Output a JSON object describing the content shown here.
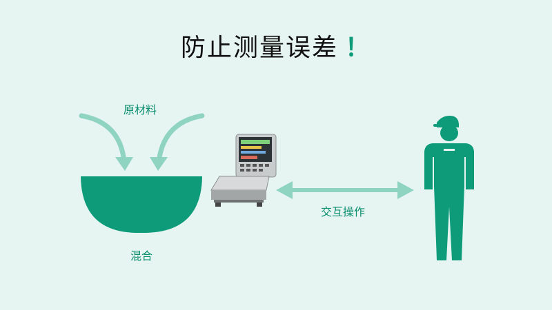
{
  "title": {
    "text": "防止测量误差",
    "accent": "！"
  },
  "labels": {
    "raw_material": "原材料",
    "mix": "混合",
    "interaction": "交互操作"
  },
  "colors": {
    "background": "#e6f5f1",
    "primary": "#0d9b7a",
    "arrow": "#8fd3c1",
    "title": "#111111"
  },
  "icons": [
    "curved-arrow-icon",
    "bowl-icon",
    "scale-icon",
    "double-arrow-icon",
    "worker-icon"
  ]
}
